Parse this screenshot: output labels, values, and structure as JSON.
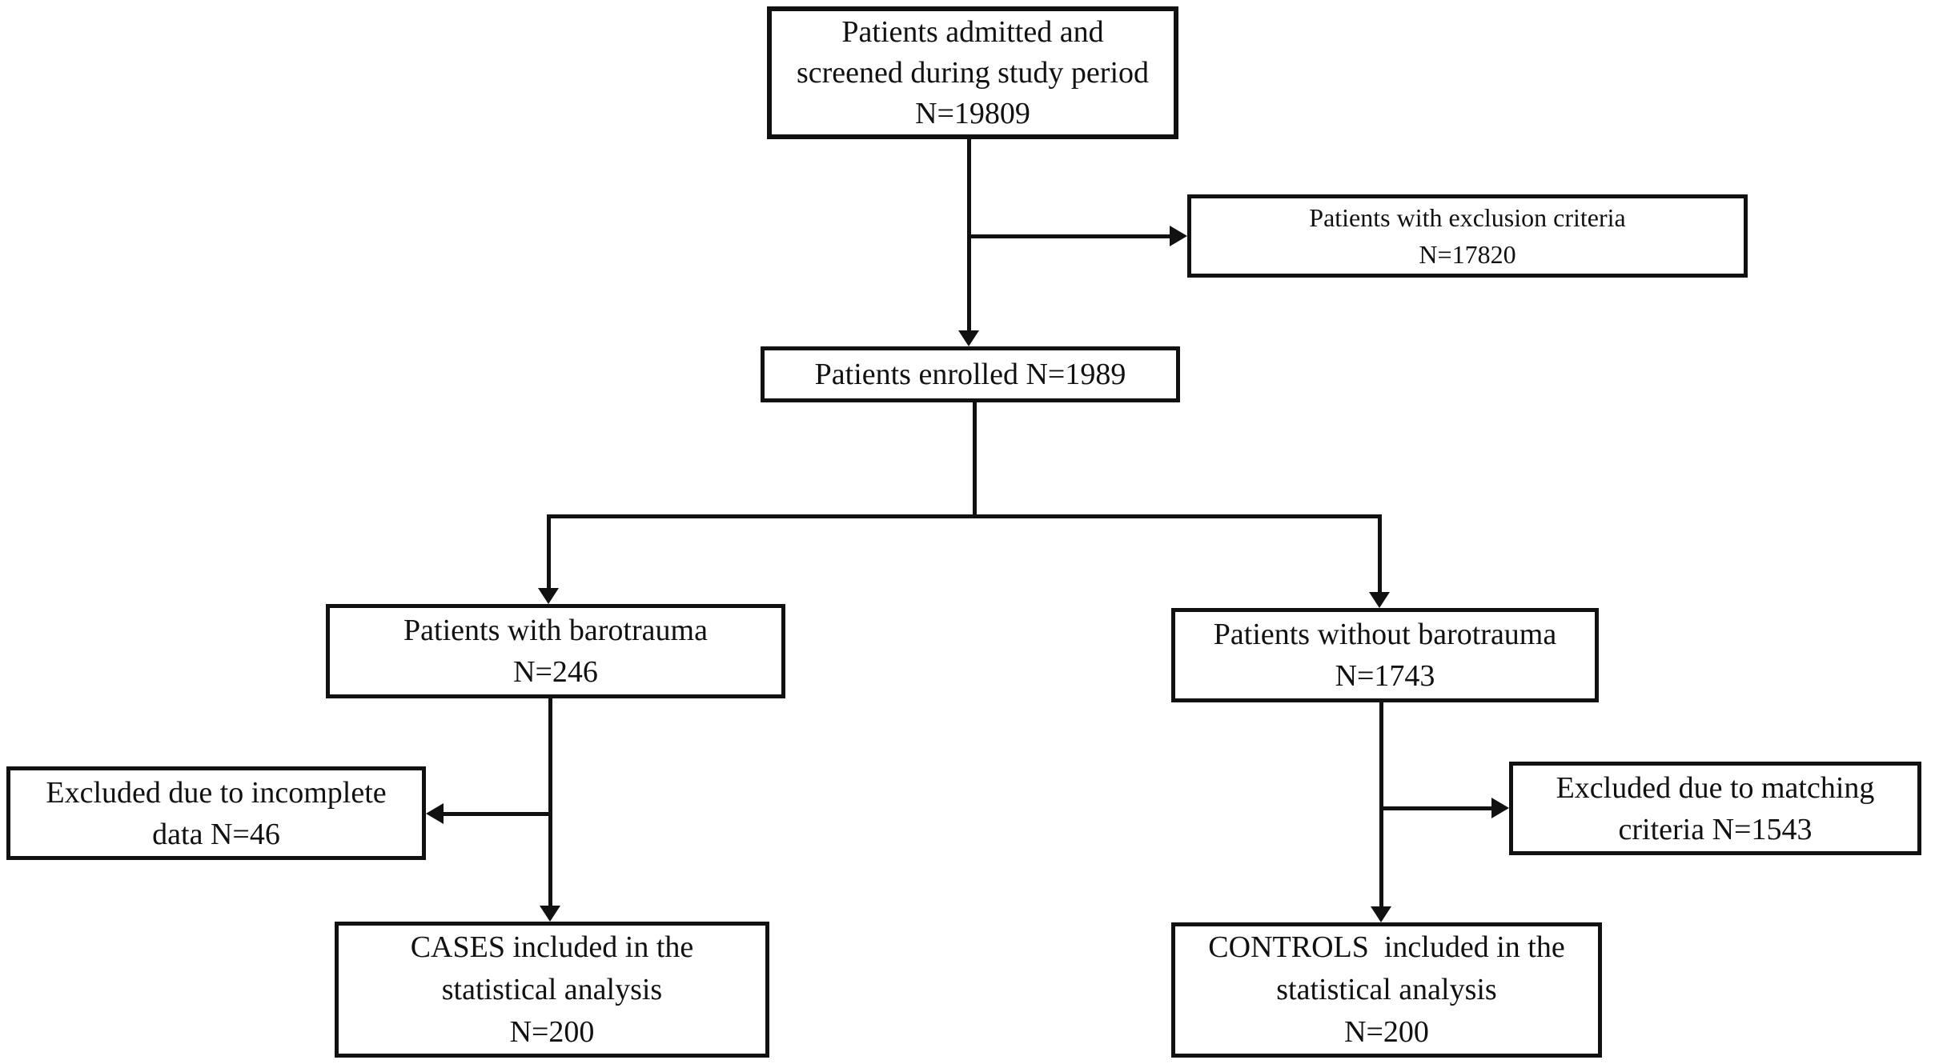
{
  "figure": {
    "background_color": "#ffffff",
    "line_color": "#111111",
    "description": "Patient selection flowchart"
  },
  "nodes": {
    "screened": {
      "lines": [
        "Patients admitted and",
        "screened during study period",
        "N=19809"
      ],
      "n": 19809
    },
    "exclusion": {
      "lines": [
        "Patients with exclusion criteria",
        "N=17820"
      ],
      "n": 17820
    },
    "enrolled": {
      "lines": [
        "Patients enrolled N=1989"
      ],
      "n": 1989
    },
    "barotrauma": {
      "lines": [
        "Patients with barotrauma",
        "N=246"
      ],
      "n": 246
    },
    "no_barotrauma": {
      "lines": [
        "Patients without barotrauma",
        "N=1743"
      ],
      "n": 1743
    },
    "excluded_incomplete": {
      "lines": [
        "Excluded due to incomplete",
        "data N=46"
      ],
      "n": 46
    },
    "excluded_matching": {
      "lines": [
        "Excluded due to matching",
        "criteria N=1543"
      ],
      "n": 1543
    },
    "cases": {
      "lines": [
        "CASES included in the",
        "statistical analysis",
        "N=200"
      ],
      "n": 200
    },
    "controls": {
      "lines": [
        "CONTROLS  included in the",
        "statistical analysis",
        "N=200"
      ],
      "n": 200
    }
  },
  "edges": [
    {
      "from": "screened",
      "to": "enrolled"
    },
    {
      "from": "screened",
      "to": "exclusion"
    },
    {
      "from": "enrolled",
      "to": "barotrauma"
    },
    {
      "from": "enrolled",
      "to": "no_barotrauma"
    },
    {
      "from": "barotrauma",
      "to": "excluded_incomplete"
    },
    {
      "from": "barotrauma",
      "to": "cases"
    },
    {
      "from": "no_barotrauma",
      "to": "excluded_matching"
    },
    {
      "from": "no_barotrauma",
      "to": "controls"
    }
  ]
}
